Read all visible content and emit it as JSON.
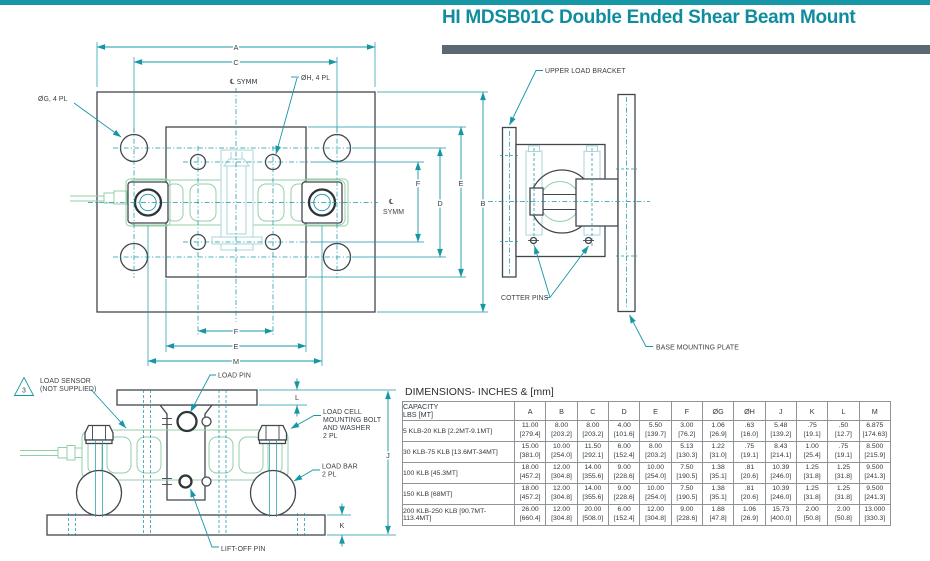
{
  "header": {
    "title": "HI MDSB01C Double Ended Shear Beam Mount"
  },
  "colors": {
    "accent_teal": "#1797a6",
    "title_teal": "#0f8d9e",
    "line_dark": "#40474d",
    "load_cell_green": "#93cfa6",
    "hardware_pale_teal": "#a9d5da",
    "divider_gray": "#5b6874"
  },
  "dims": {
    "a": "A",
    "b": "B",
    "c": "C",
    "d": "D",
    "e": "E",
    "f": "F",
    "j": "J",
    "k": "K",
    "l": "L",
    "m": "M"
  },
  "plan_view": {
    "hole_g_note": "ØG, 4 PL",
    "hole_h_note": "ØH, 4 PL",
    "symm_top": "℄ SYMM",
    "centerline_symbol": "℄",
    "symm": "SYMM"
  },
  "side_view": {
    "upper_load_bracket": "UPPER LOAD BRACKET",
    "cotter_pins": "COTTER PINS",
    "base_mounting_plate": "BASE MOUNTING PLATE"
  },
  "front_view": {
    "revision_flag": "3",
    "load_sensor_line1": "LOAD SENSOR",
    "load_sensor_line2": "(NOT SUPPLIED)",
    "load_pin": "LOAD PIN",
    "lift_off_pin": "LIFT-OFF PIN",
    "load_cell_bolt_line1": "LOAD CELL",
    "load_cell_bolt_line2": "MOUNTING BOLT",
    "load_cell_bolt_line3": "AND WASHER",
    "load_cell_bolt_line4": "2 PL",
    "load_bar_line1": "LOAD BAR",
    "load_bar_line2": "2 PL"
  },
  "table": {
    "title": "DIMENSIONS- INCHES & [mm]",
    "capacity_header_line1": "CAPACITY",
    "capacity_header_line2": "LBS [MT]",
    "columns": [
      "A",
      "B",
      "C",
      "D",
      "E",
      "F",
      "ØG",
      "ØH",
      "J",
      "K",
      "L",
      "M"
    ],
    "rows": [
      {
        "capacity": "5 KLB-20 KLB [2.2MT-9.1MT]",
        "values": [
          [
            "11.00",
            "[279.4]"
          ],
          [
            "8.00",
            "[203.2]"
          ],
          [
            "8.00",
            "[203.2]"
          ],
          [
            "4.00",
            "[101.6]"
          ],
          [
            "5.50",
            "[139.7]"
          ],
          [
            "3.00",
            "[76.2]"
          ],
          [
            "1.06",
            "[26.9]"
          ],
          [
            ".63",
            "[16.0]"
          ],
          [
            "5.48",
            "[139.2]"
          ],
          [
            ".75",
            "[19.1]"
          ],
          [
            ".50",
            "[12.7]"
          ],
          [
            "6.875",
            "[174.63]"
          ]
        ]
      },
      {
        "capacity": "30 KLB-75 KLB [13.6MT-34MT]",
        "values": [
          [
            "15.00",
            "[381.0]"
          ],
          [
            "10.00",
            "[254.0]"
          ],
          [
            "11.50",
            "[292.1]"
          ],
          [
            "6.00",
            "[152.4]"
          ],
          [
            "8.00",
            "[203.2]"
          ],
          [
            "5.13",
            "[130.3]"
          ],
          [
            "1.22",
            "[31.0]"
          ],
          [
            ".75",
            "[19.1]"
          ],
          [
            "8.43",
            "[214.1]"
          ],
          [
            "1.00",
            "[25.4]"
          ],
          [
            ".75",
            "[19.1]"
          ],
          [
            "8.500",
            "[215.9]"
          ]
        ]
      },
      {
        "capacity": "100 KLB [45.3MT]",
        "values": [
          [
            "18.00",
            "[457.2]"
          ],
          [
            "12.00",
            "[304.8]"
          ],
          [
            "14.00",
            "[355.6]"
          ],
          [
            "9.00",
            "[228.6]"
          ],
          [
            "10.00",
            "[254.0]"
          ],
          [
            "7.50",
            "[190.5]"
          ],
          [
            "1.38",
            "[35.1]"
          ],
          [
            ".81",
            "[20.6]"
          ],
          [
            "10.39",
            "[246.0]"
          ],
          [
            "1.25",
            "[31.8]"
          ],
          [
            "1.25",
            "[31.8]"
          ],
          [
            "9.500",
            "[241.3]"
          ]
        ]
      },
      {
        "capacity": "150 KLB [68MT]",
        "values": [
          [
            "18.00",
            "[457.2]"
          ],
          [
            "12.00",
            "[304.8]"
          ],
          [
            "14.00",
            "[355.6]"
          ],
          [
            "9.00",
            "[228.6]"
          ],
          [
            "10.00",
            "[254.0]"
          ],
          [
            "7.50",
            "[190.5]"
          ],
          [
            "1.38",
            "[35.1]"
          ],
          [
            ".81",
            "[20.6]"
          ],
          [
            "10.39",
            "[246.0]"
          ],
          [
            "1.25",
            "[31.8]"
          ],
          [
            "1.25",
            "[31.8]"
          ],
          [
            "9.500",
            "[241.3]"
          ]
        ]
      },
      {
        "capacity": "200 KLB-250 KLB [90.7MT-113.4MT]",
        "values": [
          [
            "26.00",
            "[660.4]"
          ],
          [
            "12.00",
            "[304.8]"
          ],
          [
            "20.00",
            "[508.0]"
          ],
          [
            "6.00",
            "[152.4]"
          ],
          [
            "12.00",
            "[304.8]"
          ],
          [
            "9.00",
            "[228.6]"
          ],
          [
            "1.88",
            "[47.8]"
          ],
          [
            "1.06",
            "[26.9]"
          ],
          [
            "15.73",
            "[400.0]"
          ],
          [
            "2.00",
            "[50.8]"
          ],
          [
            "2.00",
            "[50.8]"
          ],
          [
            "13.000",
            "[330.3]"
          ]
        ]
      }
    ]
  }
}
